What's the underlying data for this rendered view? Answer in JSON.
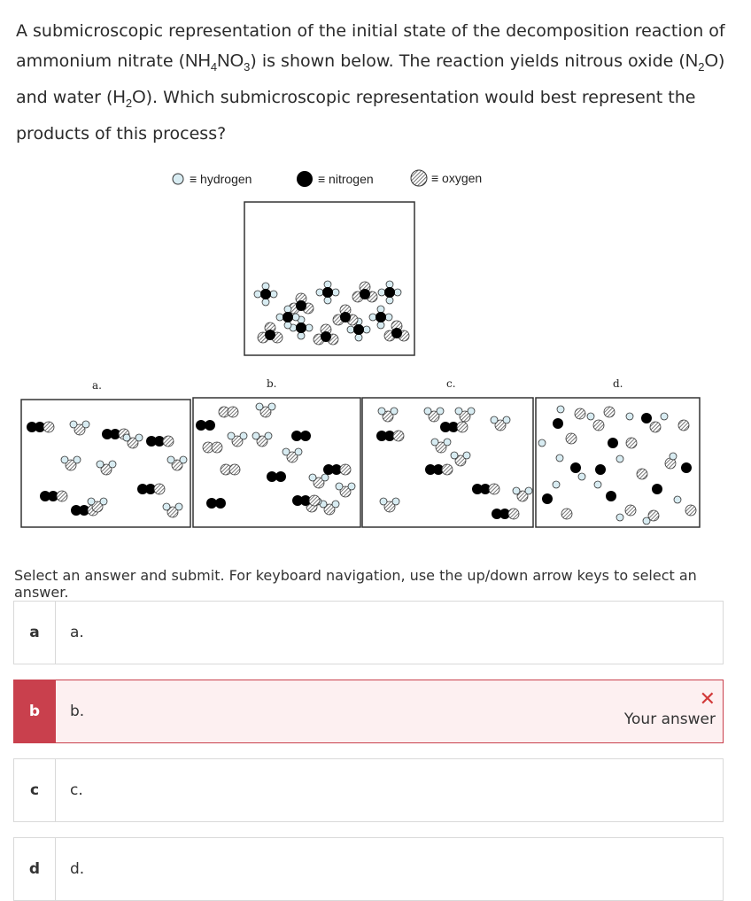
{
  "question": {
    "p1": "A submicroscopic representation of the initial state of the decomposition reaction of ammonium nitrate (",
    "f1": "NH",
    "f1_sub": "4",
    "f1b": "NO",
    "f1b_sub": "3",
    "p2": ") is shown below. The reaction yields nitrous oxide (",
    "f2": "N",
    "f2_sub": "2",
    "f2b": "O",
    "p3": ") and water (",
    "f3": "H",
    "f3_sub": "2",
    "f3b": "O",
    "p4": "). Which submicroscopic representation would best represent the products of this process?"
  },
  "legend": {
    "hydrogen": "≡ hydrogen",
    "nitrogen": "≡ nitrogen",
    "oxygen": "≡ oxygen"
  },
  "panels": {
    "a": "a.",
    "b": "b.",
    "c": "c.",
    "d": "d."
  },
  "colors": {
    "hydrogen_fill": "#d8ecf2",
    "nitrogen_fill": "#000000",
    "oxygen_hatch": "#555555",
    "selected_accent": "#c9404d",
    "wrong_mark": "#d23a3a"
  },
  "instructions": "Select an answer and submit. For keyboard navigation, use the up/down arrow keys to select an answer.",
  "options": [
    {
      "key": "a",
      "label": "a.",
      "selected": false
    },
    {
      "key": "b",
      "label": "b.",
      "selected": true,
      "feedback": "Your answer",
      "feedback_icon": "x-mark-icon"
    },
    {
      "key": "c",
      "label": "c.",
      "selected": false
    },
    {
      "key": "d",
      "label": "d.",
      "selected": false
    }
  ]
}
